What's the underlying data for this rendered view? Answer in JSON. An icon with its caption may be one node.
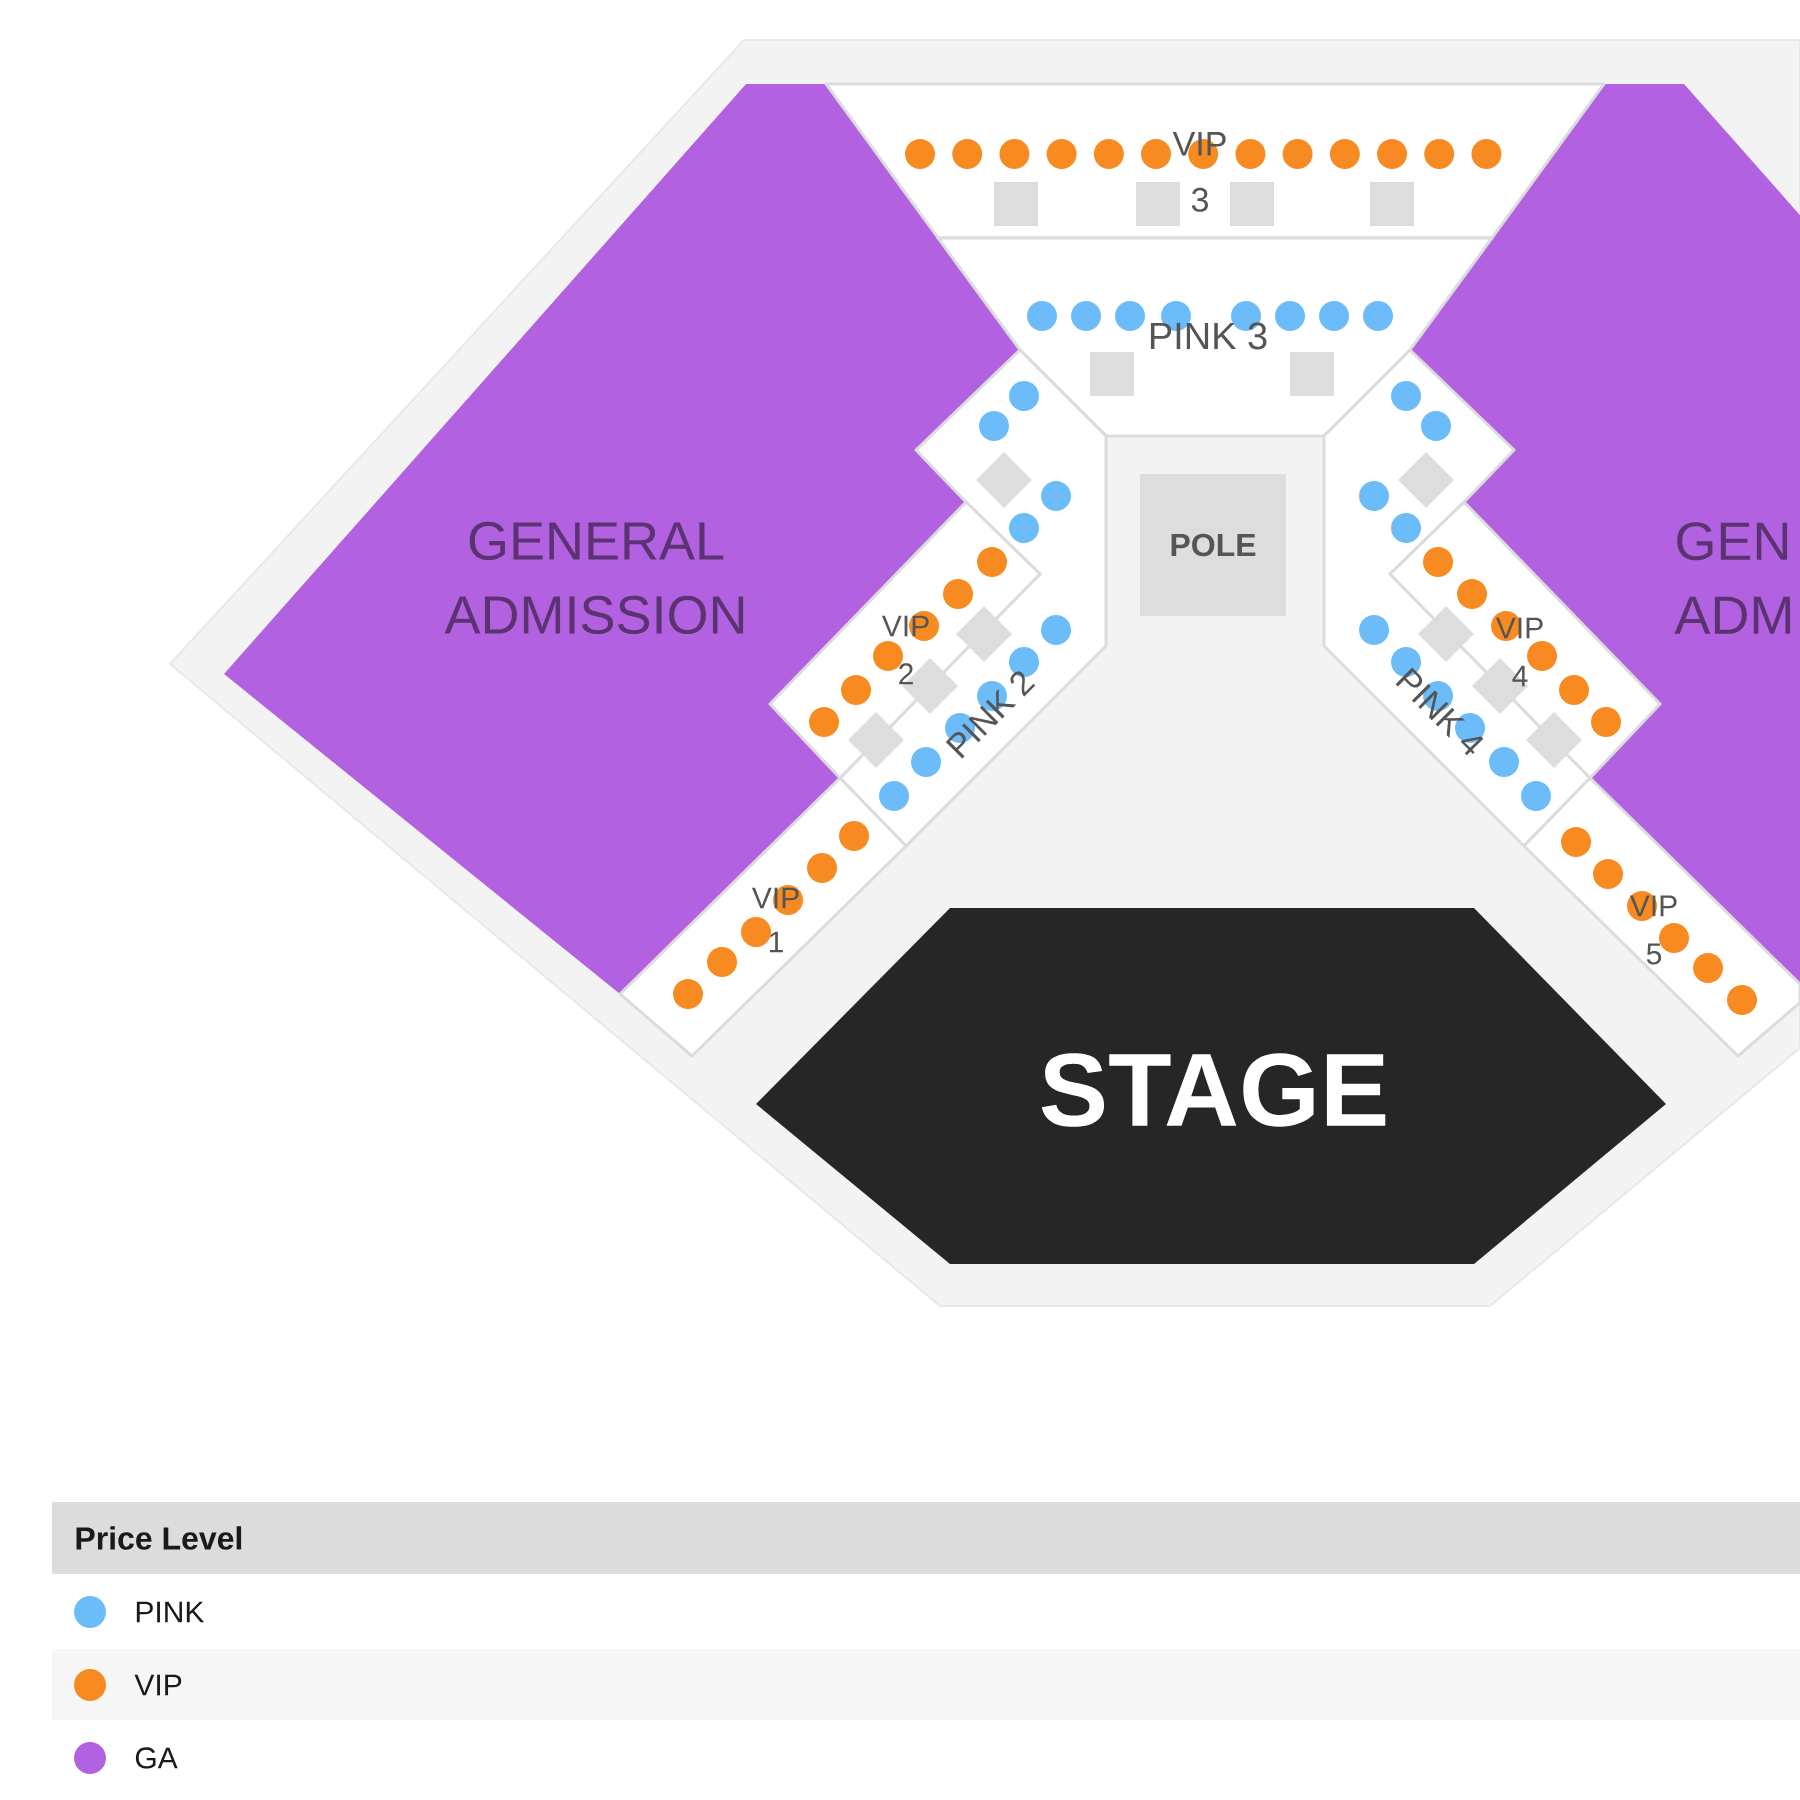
{
  "diagram": {
    "nodes": [
      {
        "text": [
          "GENERAL ADMISSION"
        ]
      },
      {
        "text": [
          "VIP 3"
        ]
      },
      {
        "text": [
          "GEN ADM"
        ]
      },
      {
        "text": [
          "PINK 3"
        ]
      },
      {
        "text": [
          "POLE"
        ]
      },
      {
        "text": [
          "VIP 2"
        ]
      },
      {
        "text": [
          "PINK 2"
        ]
      },
      {
        "text": [
          "VIP 4"
        ]
      },
      {
        "text": [
          "PINK 4"
        ]
      },
      {
        "text": [
          "VIP 1"
        ]
      },
      {
        "text": [
          "VIP 5"
        ]
      },
      {
        "text": [
          "STAGE"
        ]
      }
    ],
    "labels": [
      "Price Level"
    ],
    "legend": [
      {
        "text": "PINK",
        "color": "#6bbcf8"
      },
      {
        "text": "VIP",
        "color": "#f78b21"
      },
      {
        "text": "GA",
        "color": "#b262e0"
      }
    ]
  }
}
